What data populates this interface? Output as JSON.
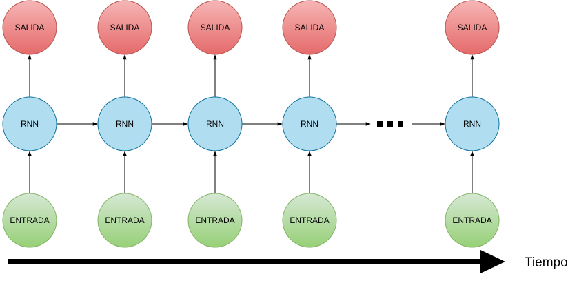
{
  "columns": [
    {
      "output": "SALIDA",
      "cell": "RNN",
      "input": "ENTRADA"
    },
    {
      "output": "SALIDA",
      "cell": "RNN",
      "input": "ENTRADA"
    },
    {
      "output": "SALIDA",
      "cell": "RNN",
      "input": "ENTRADA"
    },
    {
      "output": "SALIDA",
      "cell": "RNN",
      "input": "ENTRADA"
    },
    {
      "output": "SALIDA",
      "cell": "RNN",
      "input": "ENTRADA"
    }
  ],
  "time_axis": {
    "label": "Tiempo"
  },
  "colors": {
    "output_fill_top": "#f6b5b5",
    "output_fill_bottom": "#e56a6a",
    "output_stroke": "#b85450",
    "cell_fill": "#b1ddf0",
    "cell_stroke": "#10739e",
    "input_fill_top": "#d5e8d4",
    "input_fill_bottom": "#97d077",
    "input_stroke": "#82b366",
    "arrow": "#000000"
  }
}
